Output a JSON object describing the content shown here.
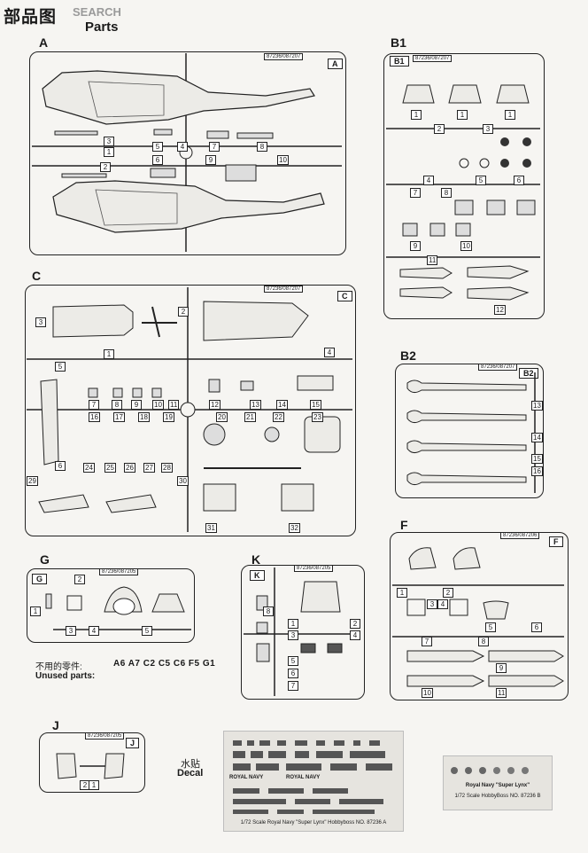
{
  "header": {
    "title_cn": "部品图",
    "title_en": "Parts",
    "watermark": "SEARCH"
  },
  "sprues": {
    "A": {
      "label": "A",
      "code": "87236/087207",
      "tag": "A",
      "numbers": [
        "1",
        "2",
        "3",
        "4",
        "5",
        "6",
        "7",
        "8",
        "9",
        "10"
      ]
    },
    "B1": {
      "label": "B1",
      "code": "87236/087207",
      "tag": "B1",
      "numbers": [
        "1",
        "2",
        "3",
        "4",
        "5",
        "6",
        "7",
        "8",
        "9",
        "10",
        "11",
        "12"
      ]
    },
    "C": {
      "label": "C",
      "code": "87236/087207",
      "tag": "C",
      "numbers": [
        "1",
        "2",
        "3",
        "4",
        "5",
        "6",
        "7",
        "8",
        "9",
        "10",
        "11",
        "12",
        "13",
        "14",
        "15",
        "16",
        "17",
        "18",
        "19",
        "20",
        "21",
        "22",
        "23",
        "24",
        "25",
        "26",
        "27",
        "28",
        "29",
        "30",
        "31",
        "32"
      ]
    },
    "B2": {
      "label": "B2",
      "code": "87236/087207",
      "tag": "B2",
      "numbers": [
        "13",
        "14",
        "15",
        "16"
      ]
    },
    "G": {
      "label": "G",
      "code": "87236/087205",
      "tag": "G",
      "numbers": [
        "1",
        "2",
        "3",
        "4",
        "5"
      ]
    },
    "K": {
      "label": "K",
      "code": "87236/087205",
      "tag": "K",
      "numbers": [
        "1",
        "2",
        "3",
        "4",
        "5",
        "6",
        "7",
        "8"
      ]
    },
    "F": {
      "label": "F",
      "code": "87236/087206",
      "tag": "F",
      "numbers": [
        "1",
        "2",
        "3",
        "4",
        "5",
        "6",
        "7",
        "8",
        "9",
        "10",
        "11"
      ]
    },
    "J": {
      "label": "J",
      "code": "87236/087205",
      "tag": "J",
      "numbers": [
        "1",
        "2"
      ]
    }
  },
  "unused": {
    "label_cn": "不用的零件:",
    "label_en": "Unused parts:",
    "parts": "A6 A7 C2 C5 C6 F5 G1"
  },
  "decal": {
    "label_cn": "水贴",
    "label_en": "Decal",
    "sheet1_caption": "1/72 Scale Royal Navy \"Super Lynx\" Hobbyboss NO. 87236 A",
    "sheet2_title": "Royal Navy \"Super Lynx\"",
    "sheet2_caption": "1/72 Scale HobbyBoss NO. 87236 B",
    "text_royal_navy": "ROYAL NAVY"
  }
}
